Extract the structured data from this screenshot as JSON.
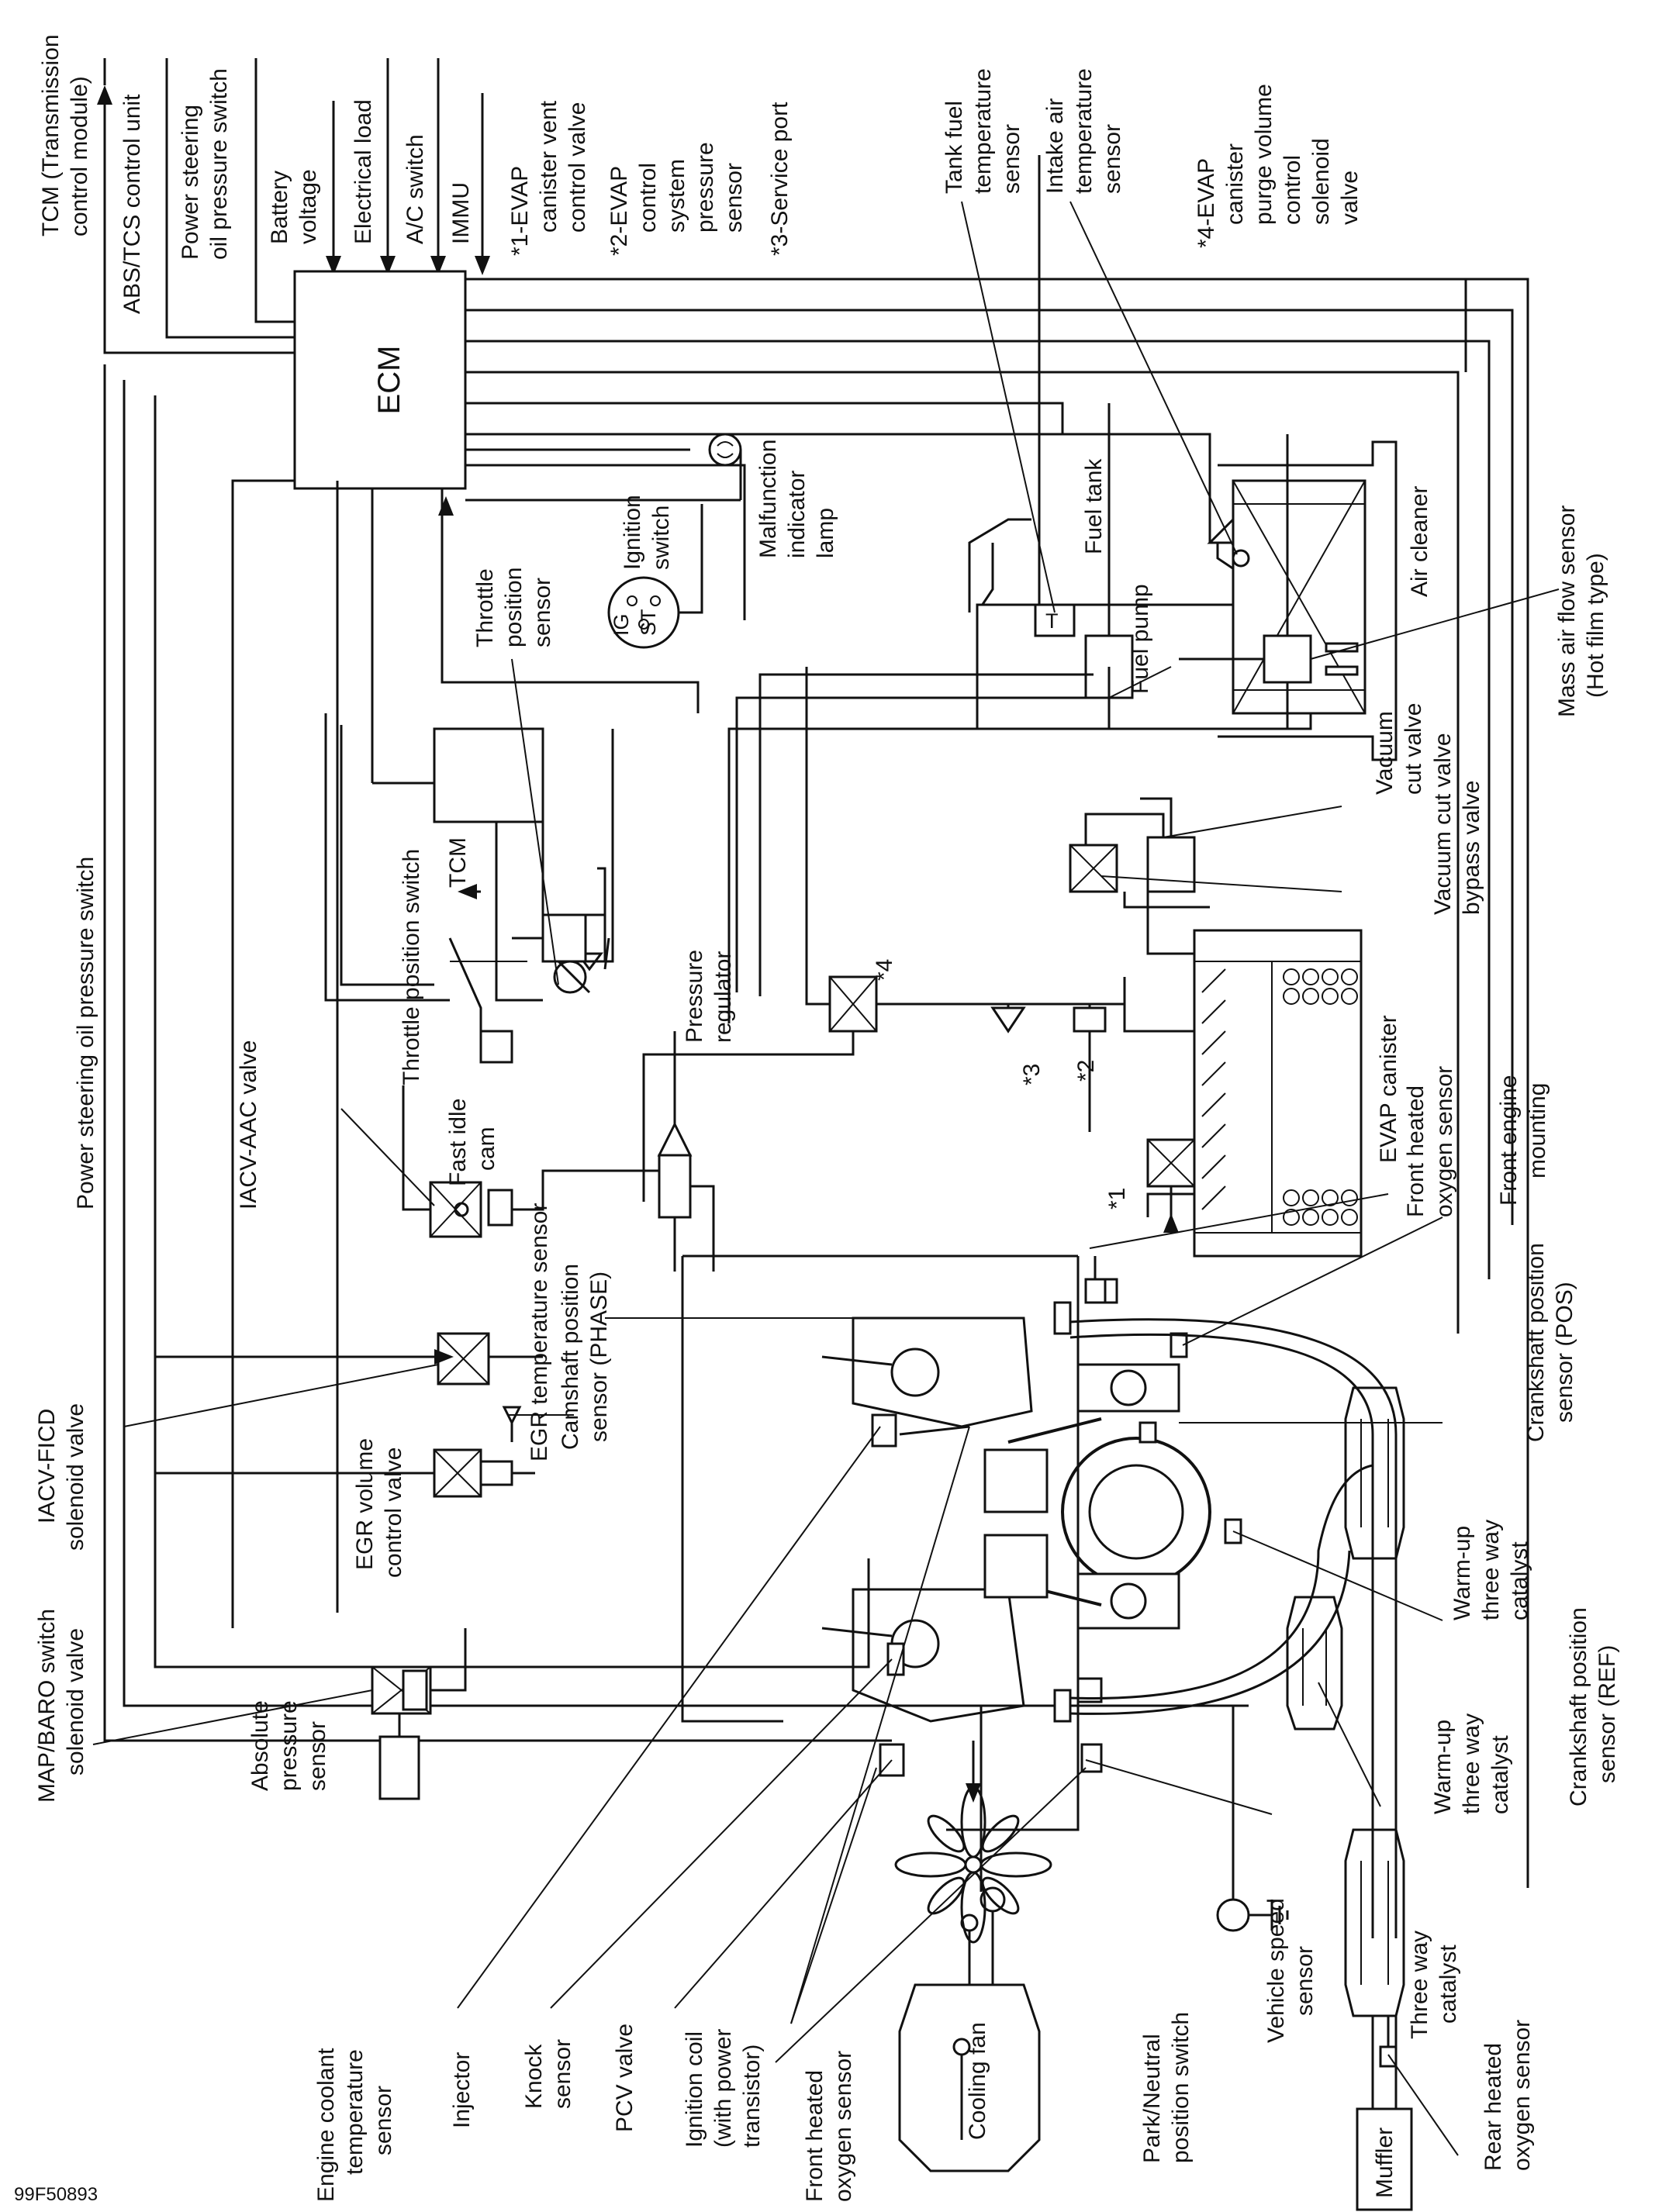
{
  "figure_code": "99F50893",
  "labels": {
    "tcm_transmission": "TCM (Transmission",
    "tcm_control_module": "control module)",
    "abs_tcs": "ABS/TCS control unit",
    "ps_oil_1": "Power steering",
    "ps_oil_2": "oil pressure switch",
    "battery_1": "Battery",
    "battery_2": "voltage",
    "electrical_load": "Electrical load",
    "ac_switch": "A/C switch",
    "immu": "IMMU",
    "evap1_1": "*1-EVAP",
    "evap1_2": "canister vent",
    "evap1_3": "control valve",
    "evap2_1": "*2-EVAP",
    "evap2_2": "control",
    "evap2_3": "system",
    "evap2_4": "pressure",
    "evap2_5": "sensor",
    "service_port": "*3-Service port",
    "tank_fuel_1": "Tank fuel",
    "tank_fuel_2": "temperature",
    "tank_fuel_3": "sensor",
    "intake_air_1": "Intake air",
    "intake_air_2": "temperature",
    "intake_air_3": "sensor",
    "evap4_1": "*4-EVAP",
    "evap4_2": "canister",
    "evap4_3": "purge volume",
    "evap4_4": "control",
    "evap4_5": "solenoid",
    "evap4_6": "valve",
    "ecm": "ECM",
    "mil_1": "Malfunction",
    "mil_2": "indicator",
    "mil_3": "lamp",
    "ignition_1": "Ignition",
    "ignition_2": "switch",
    "ig": "IG",
    "st": "ST",
    "throttle_pos_1": "Throttle",
    "throttle_pos_2": "position",
    "throttle_pos_3": "sensor",
    "fuel_tank": "Fuel tank",
    "fuel_pump": "Fuel pump",
    "air_cleaner": "Air cleaner",
    "maf_1": "Mass air flow sensor",
    "maf_2": "(Hot film type)",
    "vacuum_cut_1": "Vacuum",
    "vacuum_cut_2": "cut valve",
    "vacuum_bypass_1": "Vacuum cut valve",
    "vacuum_bypass_2": "bypass valve",
    "tps_switch": "Throttle position switch",
    "tcm": "TCM",
    "ps_oil_full": "Power steering oil pressure switch",
    "iacv_aac": "IACV-AAC valve",
    "fast_idle_1": "Fast idle",
    "fast_idle_2": "cam",
    "pressure_reg_1": "Pressure",
    "pressure_reg_2": "regulator",
    "star4": "*4",
    "star3": "*3",
    "star2": "*2",
    "star1": "*1",
    "evap_canister": "EVAP canister",
    "front_ho2s_top_1": "Front heated",
    "front_ho2s_top_2": "oxygen sensor",
    "front_engine_mount_1": "Front engine",
    "front_engine_mount_2": "mounting",
    "crank_pos_1": "Crankshaft position",
    "crank_pos_2": "sensor (POS)",
    "egr_temp": "EGR temperature sensor",
    "cam_pos_1": "Camshaft position",
    "cam_pos_2": "sensor (PHASE)",
    "iacv_ficd_1": "IACV-FICD",
    "iacv_ficd_2": "solenoid valve",
    "egr_vol_1": "EGR volume",
    "egr_vol_2": "control valve",
    "map_baro_1": "MAP/BARO switch",
    "map_baro_2": "solenoid valve",
    "abs_pressure_1": "Absolute",
    "abs_pressure_2": "pressure",
    "abs_pressure_3": "sensor",
    "warmup_right_1": "Warm-up",
    "warmup_right_2": "three way",
    "warmup_right_3": "catalyst",
    "crank_ref_1": "Crankshaft position",
    "crank_ref_2": "sensor (REF)",
    "warmup_left_1": "Warm-up",
    "warmup_left_2": "three way",
    "warmup_left_3": "catalyst",
    "three_way_1": "Three way",
    "three_way_2": "catalyst",
    "vss_1": "Vehicle speed",
    "vss_2": "sensor",
    "rear_ho2s_1": "Rear heated",
    "rear_ho2s_2": "oxygen sensor",
    "muffler": "Muffler",
    "ect_1": "Engine coolant",
    "ect_2": "temperature",
    "ect_3": "sensor",
    "injector": "Injector",
    "knock_1": "Knock",
    "knock_2": "sensor",
    "pcv": "PCV valve",
    "ign_coil_1": "Ignition coil",
    "ign_coil_2": "(with power",
    "ign_coil_3": "transistor)",
    "front_ho2s_bot_1": "Front heated",
    "front_ho2s_bot_2": "oxygen sensor",
    "cooling_fan": "Cooling fan",
    "pnp_1": "Park/Neutral",
    "pnp_2": "position switch"
  }
}
